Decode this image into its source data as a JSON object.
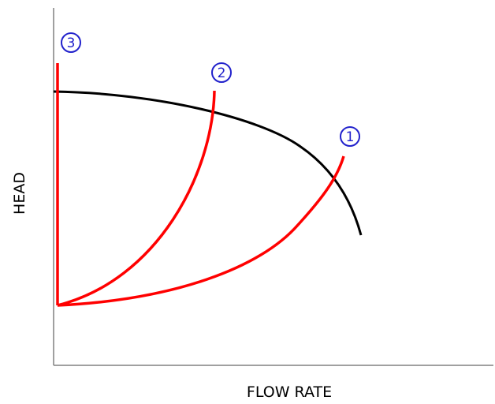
{
  "diagram": {
    "xlabel": "FLOW RATE",
    "ylabel": "HEAD",
    "colors": {
      "axes": "#808080",
      "pump_curve": "#000000",
      "system_curves": "#ff0000",
      "labels": "#2222cc"
    },
    "curves": [
      {
        "label": "3"
      },
      {
        "label": "2"
      },
      {
        "label": "1"
      }
    ]
  }
}
